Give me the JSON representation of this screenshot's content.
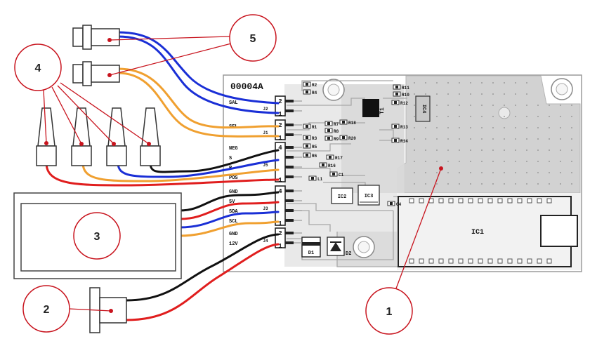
{
  "board": {
    "id_text": "00004A",
    "ic1_label": "IC1",
    "ic2_label": "IC2",
    "ic3_label": "IC3",
    "ic4_label": "IC4",
    "t1_label": "T1",
    "d1_label": "D1",
    "d2_label": "D2",
    "connectors": {
      "j2": {
        "ref": "J2",
        "pins": [
          "SAL"
        ],
        "numbers": [
          "2",
          "1"
        ]
      },
      "j1": {
        "ref": "J1",
        "pins": [
          "SEL"
        ],
        "numbers": [
          "2",
          "1"
        ]
      },
      "j5": {
        "ref": "J5",
        "pins": [
          "NEG",
          "S",
          "R",
          "POS"
        ],
        "numbers": [
          "4",
          "1"
        ]
      },
      "j3": {
        "ref": "J3",
        "pins": [
          "GND",
          "5V",
          "SDA",
          "SCL"
        ],
        "numbers": [
          "4",
          "1"
        ]
      },
      "j4": {
        "ref": "J4",
        "pins": [
          "GND",
          "12V"
        ],
        "numbers": [
          "2",
          "1"
        ]
      }
    },
    "parts": [
      "R2",
      "R4",
      "R1",
      "R3",
      "R5",
      "R6",
      "R7",
      "R8",
      "R9",
      "R10",
      "R11",
      "R12",
      "R13",
      "R14",
      "R16",
      "R17",
      "R18",
      "R20",
      "C1",
      "C4",
      "L1"
    ]
  },
  "callouts": [
    "1",
    "2",
    "3",
    "4",
    "5"
  ],
  "colors": {
    "wire_red": "#e01e1e",
    "wire_black": "#111111",
    "wire_blue": "#1a2fd6",
    "wire_orange": "#f0a030",
    "callout": "#c8141e",
    "board": "#ffffff",
    "ground_plane": "#cfcfcf"
  }
}
